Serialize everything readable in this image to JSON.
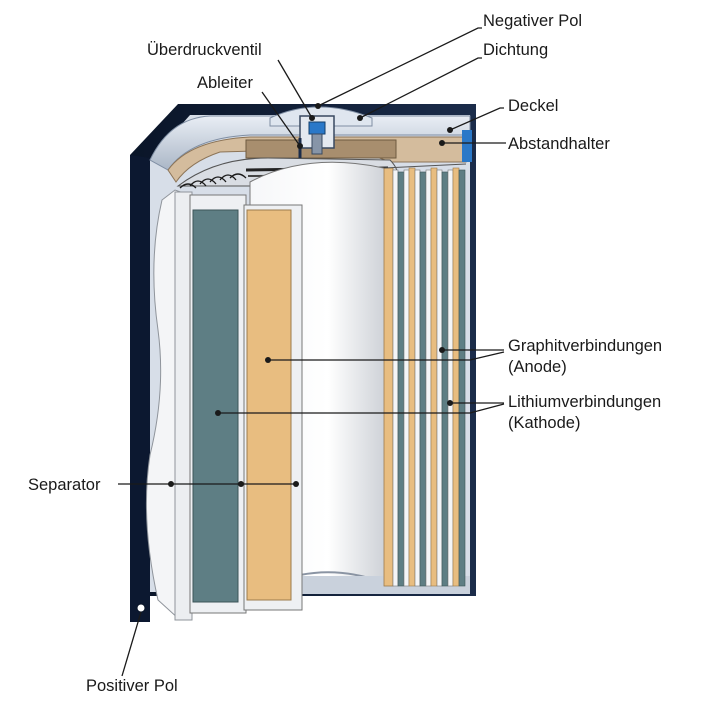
{
  "labels": {
    "negativer_pol": "Negativer Pol",
    "dichtung": "Dichtung",
    "ueberdruckventil": "Überdruckventil",
    "ableiter": "Ableiter",
    "deckel": "Deckel",
    "abstandhalter": "Abstandhalter",
    "graphit_line1": "Graphitverbindungen",
    "graphit_line2": "(Anode)",
    "lithium_line1": "Lithiumverbindungen",
    "lithium_line2": "(Kathode)",
    "separator": "Separator",
    "positiver_pol": "Positiver Pol"
  },
  "colors": {
    "casing": "#0d1a33",
    "anode": "#e8bd80",
    "cathode": "#5e7e84",
    "separator": "#f4f5f7",
    "spacer": "#d4bc9d",
    "seal": "#2a78c8",
    "lid": "#c9d3e0"
  }
}
